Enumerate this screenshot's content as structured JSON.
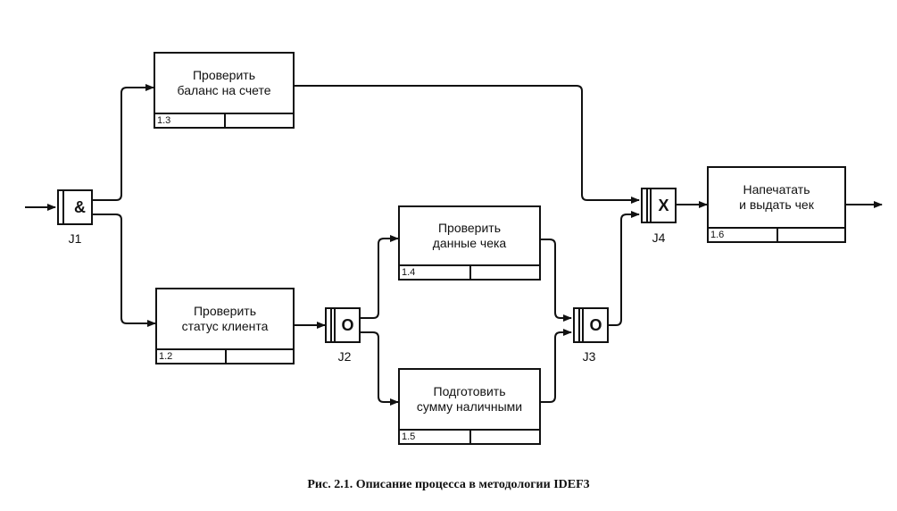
{
  "uobs": [
    {
      "id": "1.3",
      "label": "Проверить\nбаланс на счете",
      "num": "1.3"
    },
    {
      "id": "1.2",
      "label": "Проверить\nстатус клиента",
      "num": "1.2"
    },
    {
      "id": "1.4",
      "label": "Проверить\nданные чека",
      "num": "1.4"
    },
    {
      "id": "1.5",
      "label": "Подготовить\nсумму наличными",
      "num": "1.5"
    },
    {
      "id": "1.6",
      "label": "Напечатать\nи выдать чек",
      "num": "1.6"
    }
  ],
  "junctions": [
    {
      "id": "J1",
      "symbol": "&",
      "label": "J1"
    },
    {
      "id": "J2",
      "symbol": "O",
      "label": "J2"
    },
    {
      "id": "J3",
      "symbol": "O",
      "label": "J3"
    },
    {
      "id": "J4",
      "symbol": "X",
      "label": "J4"
    }
  ],
  "caption": "Рис. 2.1. Описание процесса в методологии IDEF3",
  "colors": {
    "line": "#111111",
    "background": "#ffffff"
  }
}
